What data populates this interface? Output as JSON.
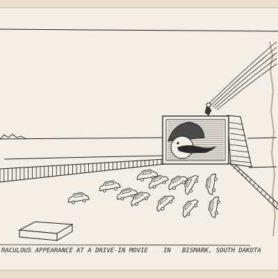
{
  "colors": {
    "paper": "#f4efe6",
    "border": "#e9dfcc",
    "ink": "#1a1a1a"
  },
  "caption": {
    "part1": "RACULOUS APPEARANCE",
    "part2": "AT A DRIVE-IN MOVIE",
    "part3": "IN",
    "part4": "BISMARK, SOUTH DAKOTA"
  }
}
